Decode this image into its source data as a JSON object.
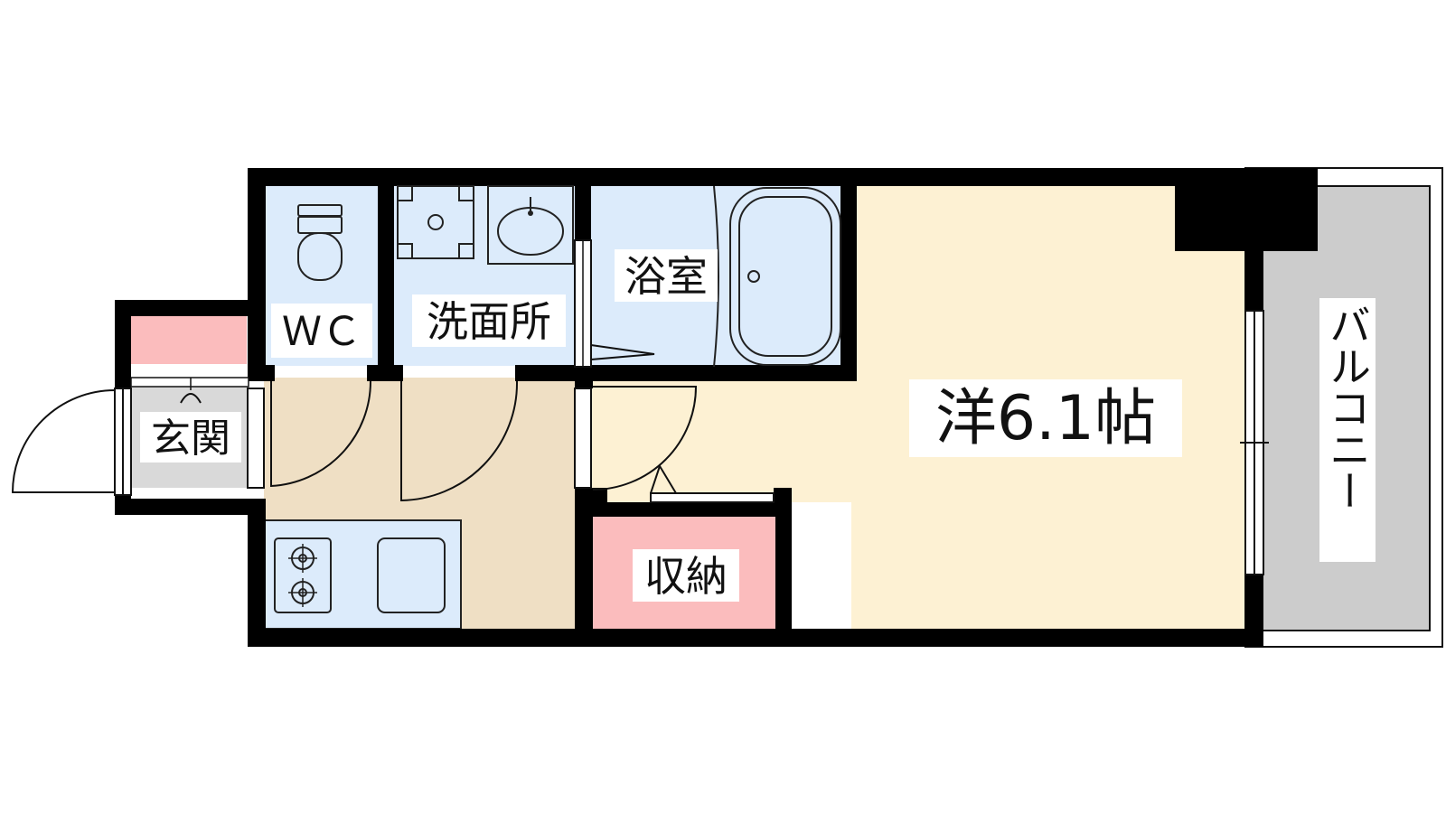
{
  "rooms": {
    "western_room": "洋6.1帖",
    "bathroom": "浴室",
    "washroom": "洗面所",
    "toilet": "ＷＣ",
    "entrance": "玄関",
    "storage": "収納",
    "balcony": "バルコニー"
  },
  "colors": {
    "wall": "#000000",
    "living_floor": "#fdf1d3",
    "wet_area": "#dcebfb",
    "storage": "#fbbcbd",
    "balcony": "#cccccc",
    "kitchen_floor": "#efdfc4",
    "entrance_floor": "#d9d9d9"
  },
  "icons": [
    "toilet-icon",
    "washing-machine-icon",
    "wash-basin-icon",
    "bathtub-icon",
    "gas-stove-icon",
    "kitchen-sink-icon",
    "door-icon",
    "window-icon"
  ]
}
